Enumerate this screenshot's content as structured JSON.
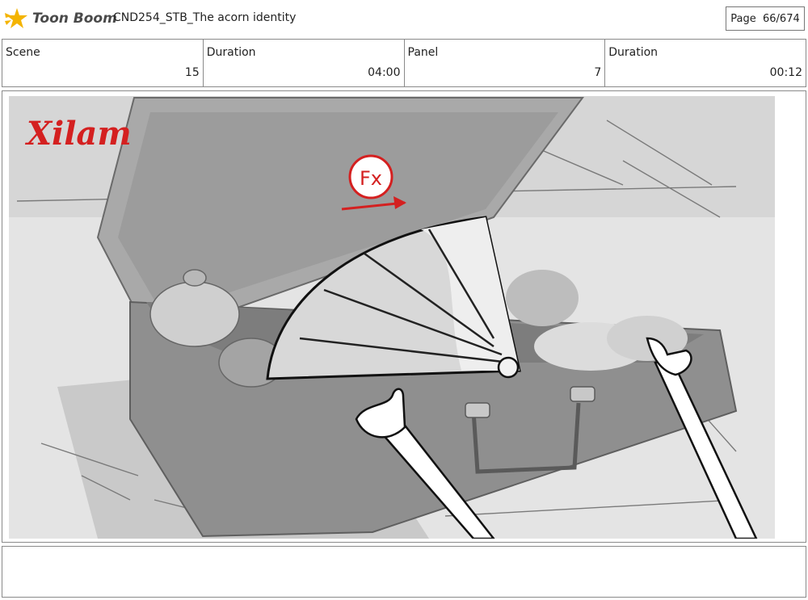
{
  "header": {
    "brand": "Toon Boom",
    "project_title": "CND254_STB_The acorn identity",
    "page_label": "Page",
    "page_value": "66/674"
  },
  "info": {
    "scene_label": "Scene",
    "scene_value": "15",
    "scene_duration_label": "Duration",
    "scene_duration_value": "04:00",
    "panel_label": "Panel",
    "panel_value": "7",
    "panel_duration_label": "Duration",
    "panel_duration_value": "00:12"
  },
  "panel_image": {
    "studio_logo": "Xilam",
    "fx_mark": "Fx",
    "colors": {
      "accent_red": "#d42020",
      "sketch_gray": "#9a9a9a"
    }
  },
  "notes": {
    "text": ""
  }
}
